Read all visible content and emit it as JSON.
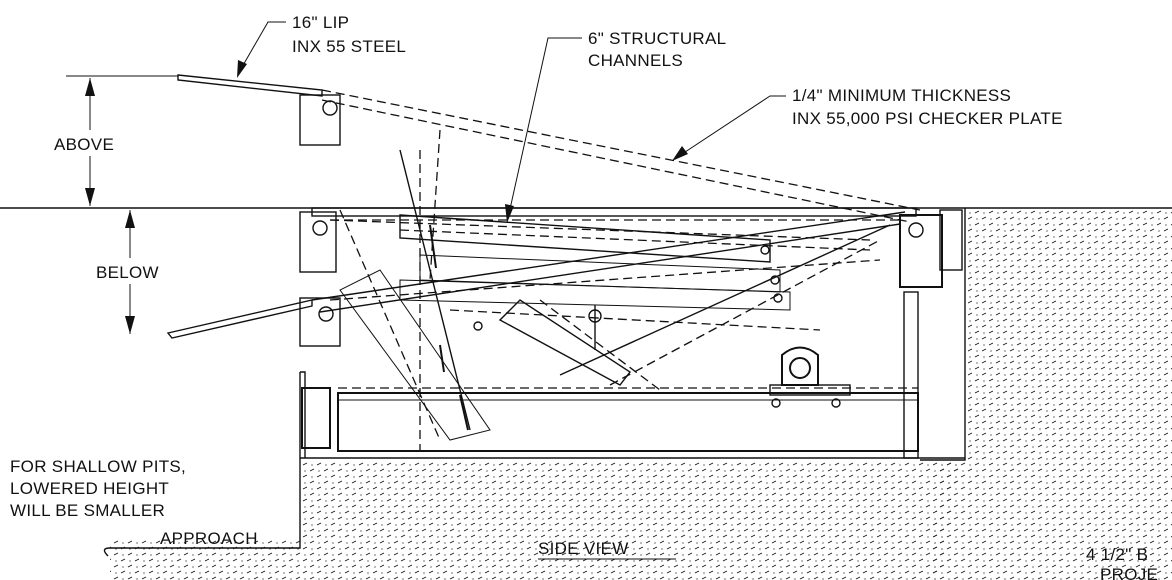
{
  "labels": {
    "lip_line1": "16\" LIP",
    "lip_line2": "INX 55 STEEL",
    "channels_line1": "6\" STRUCTURAL",
    "channels_line2": "CHANNELS",
    "plate_line1": "1/4\"  MINIMUM THICKNESS",
    "plate_line2": "INX 55,000 PSI CHECKER PLATE",
    "above": "ABOVE",
    "below": "BELOW",
    "note_line1": "FOR SHALLOW PITS,",
    "note_line2": "LOWERED HEIGHT",
    "note_line3": "WILL BE SMALLER",
    "approach": "APPROACH",
    "title": "SIDE VIEW",
    "bumper_line1": "4 1/2\" B",
    "bumper_line2": "PROJE"
  }
}
